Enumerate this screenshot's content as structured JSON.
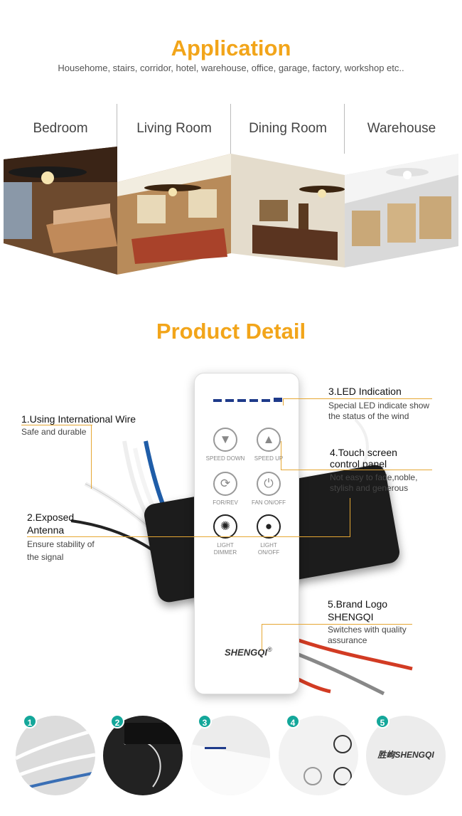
{
  "application": {
    "title": "Application",
    "subtitle": "Househome, stairs, corridor,  hotel, warehouse, office,  garage, factory, workshop etc..",
    "rooms": [
      {
        "label": "Bedroom"
      },
      {
        "label": "Living Room"
      },
      {
        "label": "Dining  Room"
      },
      {
        "label": "Warehouse"
      }
    ]
  },
  "detail": {
    "title": "Product Detail",
    "remote": {
      "buttons": [
        {
          "label": "SPEED DOWN",
          "icon": "triangle-down-icon"
        },
        {
          "label": "SPEED UP",
          "icon": "triangle-up-icon"
        },
        {
          "label": "FOR/REV",
          "icon": "reverse-icon"
        },
        {
          "label": "FAN ON/OFF",
          "icon": "power-icon"
        },
        {
          "label": "LIGHT DIMMER",
          "icon": "light-dimmer-icon"
        },
        {
          "label": "LIGHT ON/OFF",
          "icon": "bulb-icon"
        }
      ],
      "brand": "SHENGQI",
      "registered": "®"
    },
    "callouts": [
      {
        "title": "1.Using  International Wire",
        "desc": "Safe and durable"
      },
      {
        "title": "2.Exposed Antenna",
        "desc": "Ensure stability of the signal"
      },
      {
        "title": "3.LED Indication",
        "desc": "Special LED indicate show the status of the wind"
      },
      {
        "title": "4.Touch screen control panel",
        "desc": "Not easy to fade,noble, stylish and generous"
      },
      {
        "title": "5.Brand Logo SHENGQI",
        "desc": "Switches with quality assurance"
      }
    ]
  },
  "thumbnails": [
    {
      "num": "1"
    },
    {
      "num": "2"
    },
    {
      "num": "3"
    },
    {
      "num": "4"
    },
    {
      "num": "5",
      "text": "胜峋SHENGQI"
    }
  ],
  "colors": {
    "accent": "#f2a51a",
    "badge": "#14a79a",
    "led": "#1e3a8a"
  }
}
